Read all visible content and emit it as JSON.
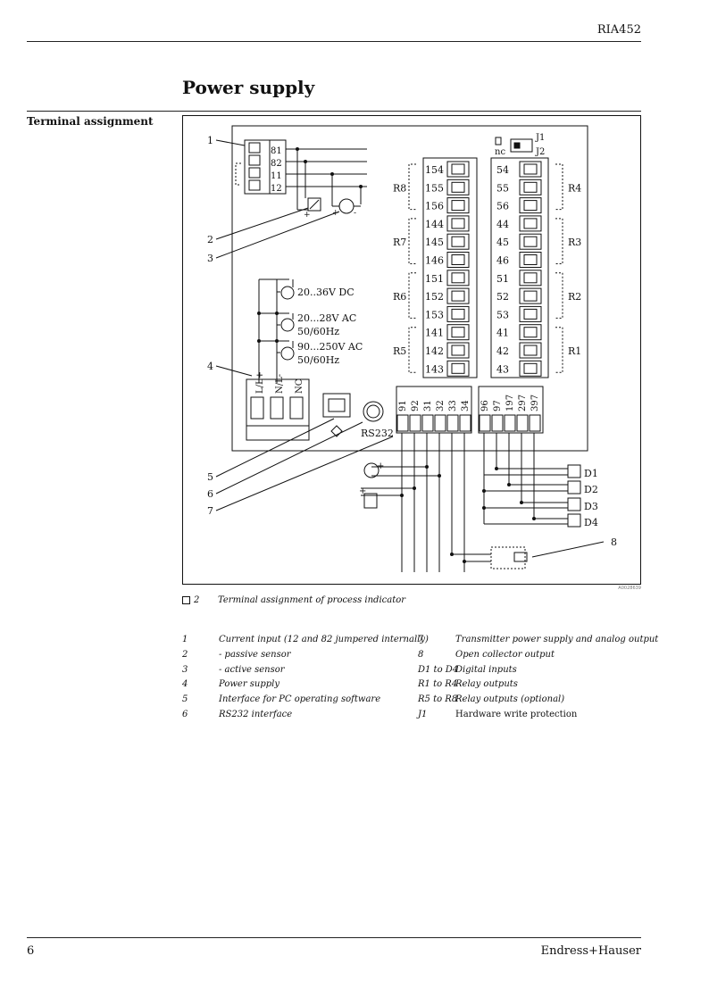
{
  "header": {
    "product": "RIA452"
  },
  "section": {
    "title": "Power supply",
    "side_label": "Terminal assignment"
  },
  "figure": {
    "code": "A0028639",
    "callouts": [
      "1",
      "2",
      "3",
      "4",
      "5",
      "6",
      "7",
      "8"
    ],
    "sensor_terminals": [
      "81",
      "82",
      "11",
      "12"
    ],
    "relay_left": [
      {
        "name": "R8",
        "terminals": [
          "154",
          "155",
          "156"
        ]
      },
      {
        "name": "R7",
        "terminals": [
          "144",
          "145",
          "146"
        ]
      },
      {
        "name": "R6",
        "terminals": [
          "151",
          "152",
          "153"
        ]
      },
      {
        "name": "R5",
        "terminals": [
          "141",
          "142",
          "143"
        ]
      }
    ],
    "relay_right": [
      {
        "name": "R4",
        "terminals": [
          "54",
          "55",
          "56"
        ]
      },
      {
        "name": "R3",
        "terminals": [
          "44",
          "45",
          "46"
        ]
      },
      {
        "name": "R2",
        "terminals": [
          "51",
          "52",
          "53"
        ]
      },
      {
        "name": "R1",
        "terminals": [
          "41",
          "42",
          "43"
        ]
      }
    ],
    "jumper_labels": {
      "nc": "nc",
      "j1": "J1",
      "j2": "J2"
    },
    "power_labels": [
      "20..36V DC",
      "20...28V AC",
      "50/60Hz",
      "90...250V AC",
      "50/60Hz"
    ],
    "power_terminals": [
      "L/L+",
      "N/L-",
      "NC"
    ],
    "rs232": "RS232",
    "bottom_terminals_a": [
      "91",
      "92",
      "31",
      "32",
      "33",
      "34"
    ],
    "bottom_terminals_b": [
      "96",
      "97",
      "197",
      "297",
      "397"
    ],
    "digital_inputs": [
      "D1",
      "D2",
      "D3",
      "D4"
    ]
  },
  "caption": {
    "number": "2",
    "text": "Terminal assignment of process indicator"
  },
  "legend": [
    {
      "key": "1",
      "text": "Current input (12 and 82 jumpered internally)"
    },
    {
      "key": "2",
      "text": "- passive sensor"
    },
    {
      "key": "3",
      "text": "- active sensor"
    },
    {
      "key": "4",
      "text": "Power supply"
    },
    {
      "key": "5",
      "text": "Interface for PC operating software"
    },
    {
      "key": "6",
      "text": "RS232 interface"
    },
    {
      "key": "7",
      "text": "Transmitter power supply and analog output"
    },
    {
      "key": "8",
      "text": "Open collector output"
    },
    {
      "key": "D1 to D4",
      "text": "Digital inputs"
    },
    {
      "key": "R1 to R4",
      "text": "Relay outputs"
    },
    {
      "key": "R5 to R8",
      "text": "Relay outputs (optional)"
    },
    {
      "key": "J1",
      "text": "Hardware write protection"
    }
  ],
  "footer": {
    "page": "6",
    "brand": "Endress+Hauser"
  }
}
